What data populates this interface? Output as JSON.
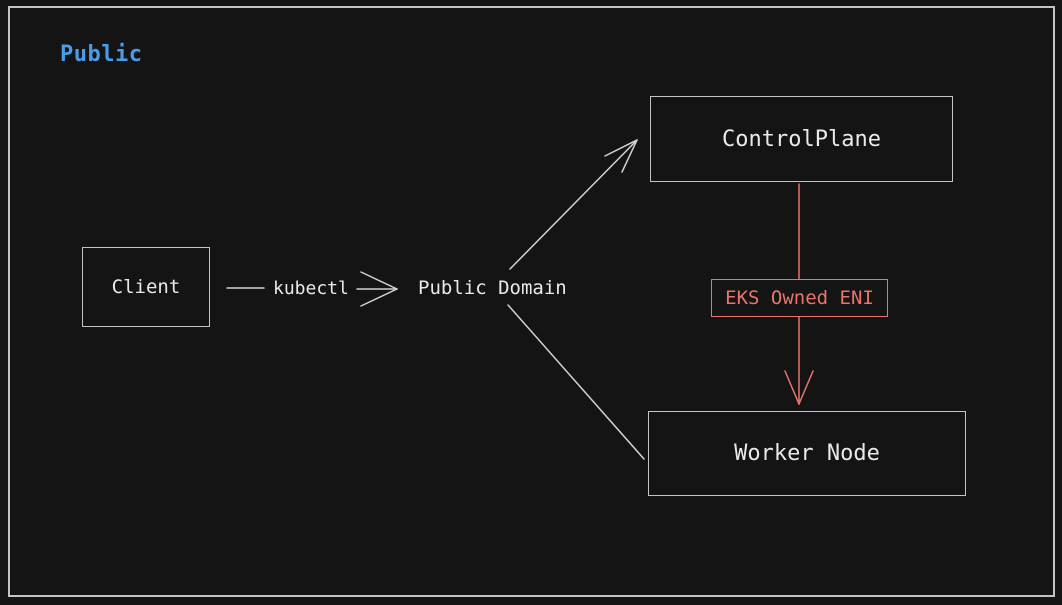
{
  "diagram": {
    "container_label": "Public",
    "nodes": {
      "client": {
        "label": "Client"
      },
      "control_plane": {
        "label": "ControlPlane"
      },
      "worker_node": {
        "label": "Worker Node"
      }
    },
    "edge_labels": {
      "kubectl": "kubectl",
      "public_domain": "Public Domain",
      "eks_owned_eni": "EKS Owned ENI"
    },
    "edges": [
      {
        "from": "client",
        "to": "public_domain",
        "label": "kubectl",
        "style": "open-arrow",
        "color": "line"
      },
      {
        "from": "public_domain",
        "to": "control_plane",
        "style": "open-arrow",
        "color": "line"
      },
      {
        "from": "public_domain",
        "to": "worker_node",
        "style": "plain",
        "color": "line"
      },
      {
        "from": "control_plane",
        "to": "worker_node",
        "label": "EKS Owned ENI",
        "style": "open-arrow",
        "color": "accent_red"
      }
    ],
    "colors": {
      "background": "#141414",
      "border": "#c4c4c4",
      "line": "#d2d2d2",
      "text": "#e9e9e9",
      "accent_blue": "#4a9ce8",
      "accent_red": "#e8756c"
    }
  }
}
